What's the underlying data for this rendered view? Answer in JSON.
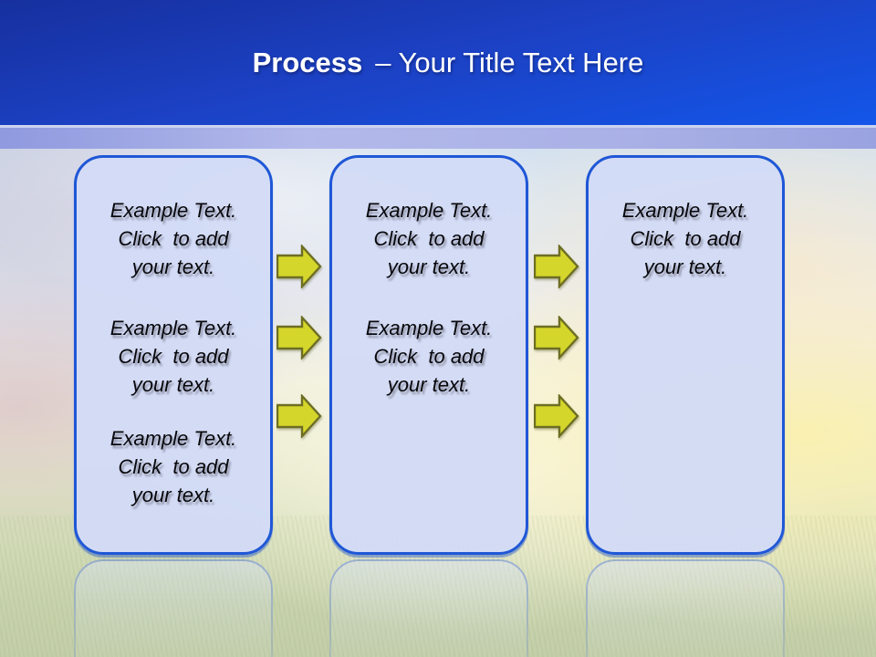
{
  "title": {
    "keyword": "Process",
    "rest": "– Your Title Text Here"
  },
  "boxes": [
    {
      "name": "process-box-1",
      "blocks": [
        "Example Text.\nClick  to add\nyour text.",
        "Example Text.\nClick  to add\nyour text.",
        "Example Text.\nClick  to add\nyour text."
      ]
    },
    {
      "name": "process-box-2",
      "blocks": [
        "Example Text.\nClick  to add\nyour text.",
        "Example Text.\nClick  to add\nyour text."
      ]
    },
    {
      "name": "process-box-3",
      "blocks": [
        "Example Text.\nClick  to add\nyour text."
      ]
    }
  ],
  "arrows": {
    "icon": "arrow-right-icon",
    "columns": 2,
    "per_column": 3
  },
  "colors": {
    "header_gradient_top": "#16309e",
    "header_gradient_bottom": "#1356e9",
    "accent_strip": "#a9afe2",
    "box_fill": "#d3dbf6",
    "box_border": "#1f57d6",
    "arrow_fill": "#d5d62b",
    "arrow_border": "#6d6e23",
    "title_text": "#ffffff",
    "body_text": "#08080c"
  }
}
